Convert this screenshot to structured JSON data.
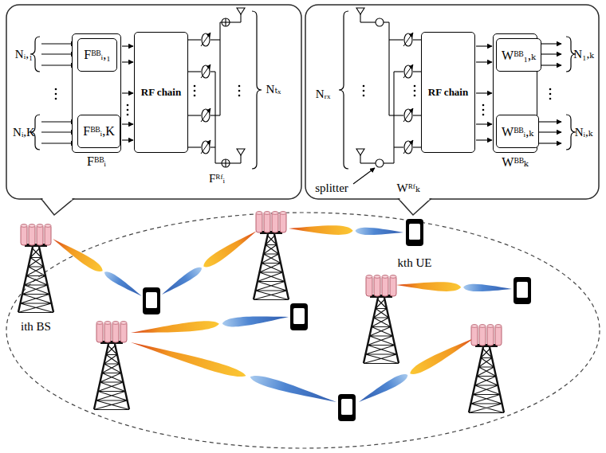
{
  "diagram": {
    "nodes": [
      {
        "text": [
          "Fᴮᴮᵢ"
        ]
      },
      {
        "text": [
          "Fᴮᴮᵢ,₁"
        ],
        "in": 0
      },
      {
        "text": [
          "Fᴮᴮᵢ,K"
        ],
        "in": 0
      },
      {
        "text": [
          "RF chain"
        ]
      },
      {
        "text": [
          "RF chain"
        ]
      },
      {
        "text": [
          "Wᴮᴮₖ"
        ]
      },
      {
        "text": [
          "Wᴮᴮ₁,ₖ"
        ],
        "in": 5
      },
      {
        "text": [
          "Wᴮᴮᵢ,ₖ"
        ],
        "in": 5
      }
    ],
    "edges": [
      {
        "from": 0,
        "to": 3,
        "arrow": "to"
      },
      {
        "from": 4,
        "to": 5,
        "arrow": "to"
      }
    ],
    "labels": [
      "Nᵢ,₁",
      "Nᵢ,K",
      "Fᴿᶠᵢ",
      "Nₜₓ",
      "Nᵣₓ",
      "splitter",
      "Wᴿᶠₖ",
      "N₁,ₖ",
      "Nᵢ,ₖ",
      "kth UE",
      "ith BS"
    ]
  }
}
